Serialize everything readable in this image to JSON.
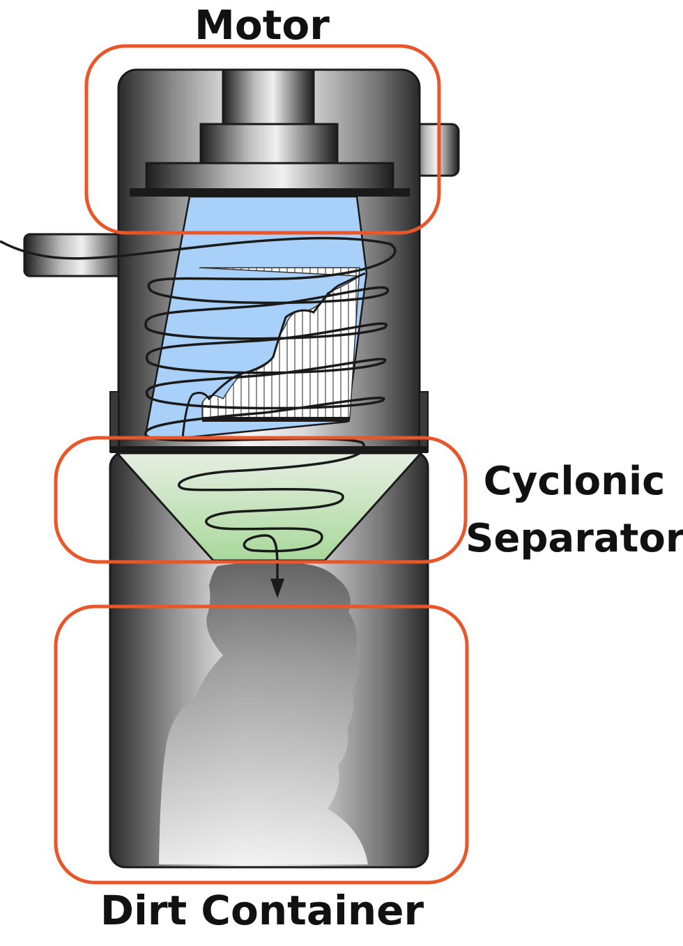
{
  "labels": {
    "motor": "Motor",
    "cyclonic_line1": "Cyclonic",
    "cyclonic_line2": "Separator",
    "dirt_container": "Dirt Container"
  },
  "colors": {
    "highlight": "#e8562a",
    "filter_blue": "#a8d0f8",
    "dust_green": "#b8dca8",
    "outline": "#1a1a1a"
  }
}
